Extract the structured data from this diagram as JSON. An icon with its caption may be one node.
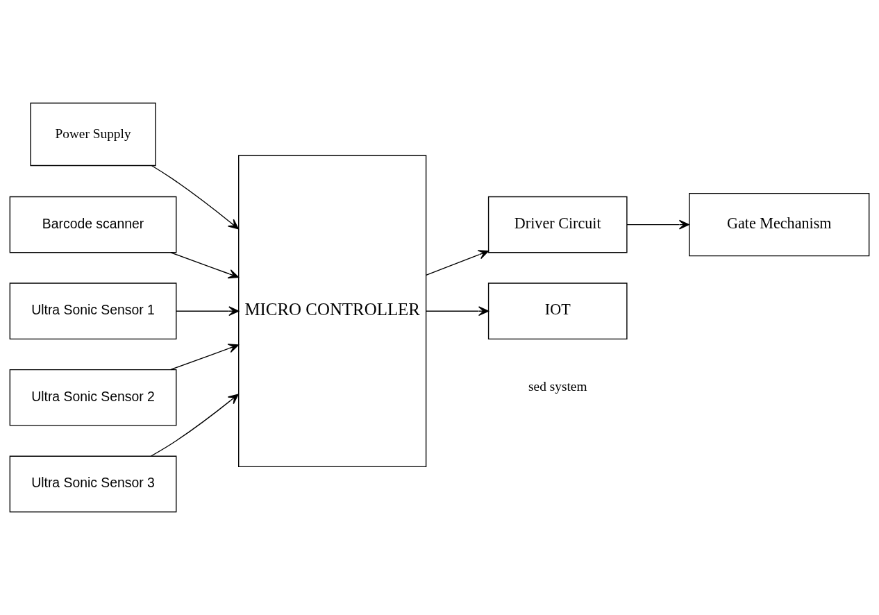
{
  "diagram": {
    "nodes": [
      {
        "text": [
          "Power Supply"
        ]
      },
      {
        "text": [
          "MICRO CONTROLLER"
        ]
      },
      {
        "text": [
          "Barcode scanner"
        ]
      },
      {
        "text": [
          "Driver Circuit"
        ]
      },
      {
        "text": [
          "Ultra Sonic Sensor 1"
        ]
      },
      {
        "text": [
          "Gate Mechanism"
        ]
      },
      {
        "text": [
          "Ultra Sonic Sensor 2"
        ]
      },
      {
        "text": [
          "IOT"
        ]
      },
      {
        "text": [
          "Ultra Sonic Sensor 3"
        ]
      }
    ],
    "edges": [
      {
        "from": 0,
        "to": 1,
        "arrow": "to"
      },
      {
        "from": 2,
        "to": 1,
        "arrow": "to"
      },
      {
        "from": 1,
        "to": 3,
        "arrow": "to"
      },
      {
        "from": 4,
        "to": 1,
        "arrow": "to"
      },
      {
        "from": 3,
        "to": 5,
        "arrow": "to"
      },
      {
        "from": 6,
        "to": 1,
        "arrow": "to"
      },
      {
        "from": 8,
        "to": 1,
        "arrow": "to"
      },
      {
        "from": 1,
        "to": 7,
        "arrow": "to"
      }
    ],
    "labels": [
      "sed system"
    ]
  }
}
